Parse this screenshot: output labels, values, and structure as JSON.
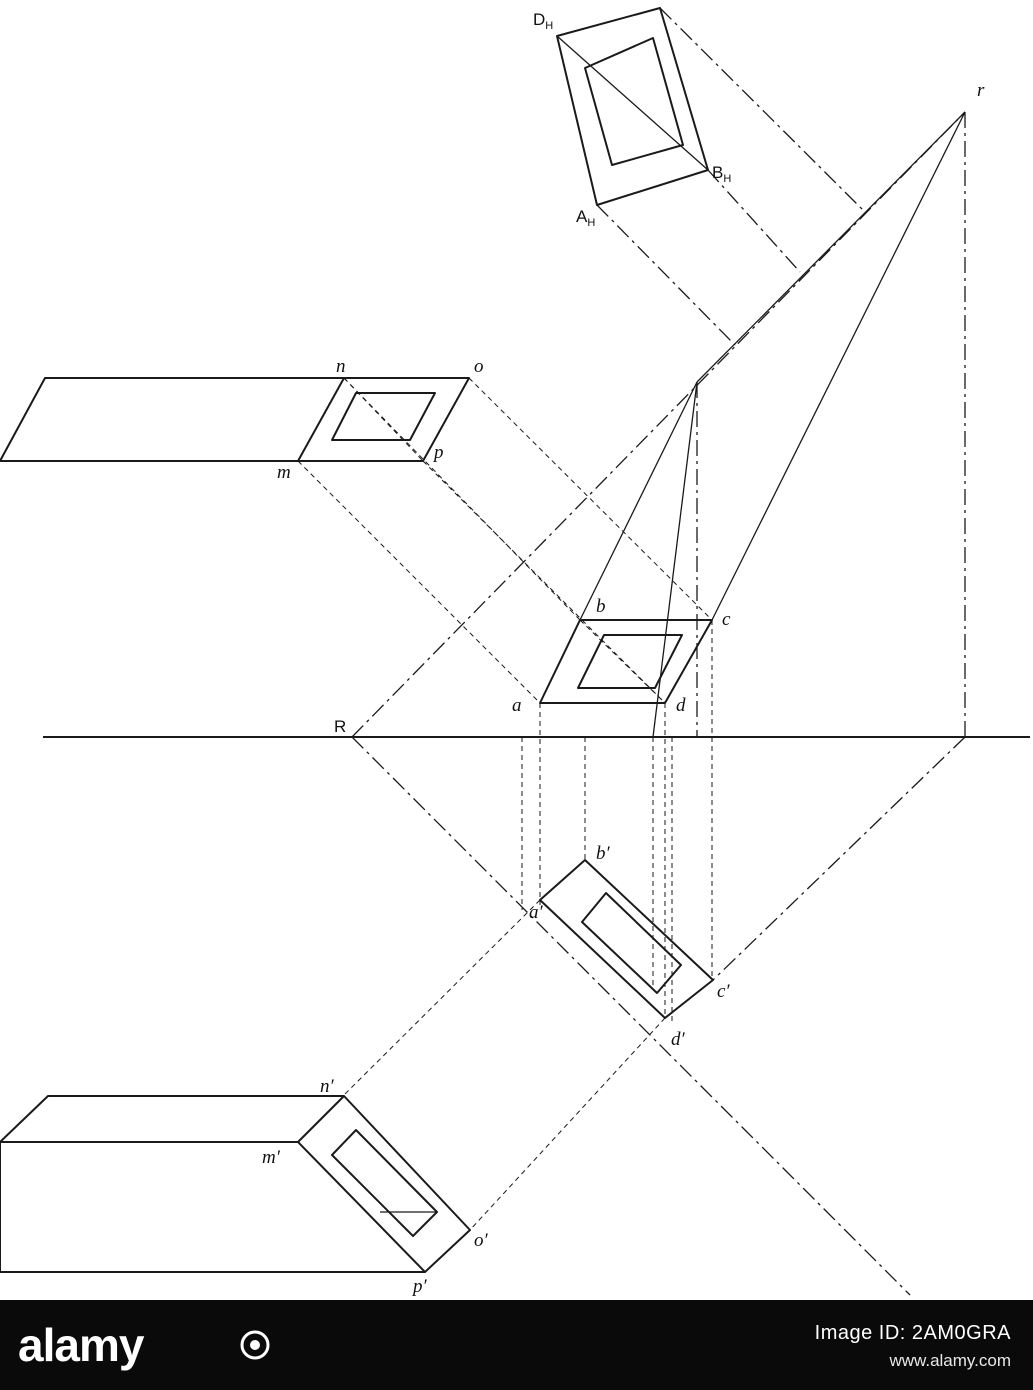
{
  "figure": {
    "labels": {
      "D_H": "D",
      "D_H_sub": "H",
      "B_H": "B",
      "B_H_sub": "H",
      "A_H": "A",
      "A_H_sub": "H",
      "r": "r",
      "R": "R",
      "n": "n",
      "o": "o",
      "m": "m",
      "p": "p",
      "a": "a",
      "b": "b",
      "c": "c",
      "d": "d",
      "a_prime": "a′",
      "b_prime": "b′",
      "c_prime": "c′",
      "d_prime": "d′",
      "m_prime": "m′",
      "n_prime": "n′",
      "o_prime": "o′",
      "p_prime": "p′"
    }
  },
  "footer": {
    "brand": "alamy",
    "image_id": "Image ID: 2AM0GRA",
    "site": "www.alamy.com",
    "colors": {
      "background": "#0a0a0a",
      "text": "#ffffff"
    }
  }
}
